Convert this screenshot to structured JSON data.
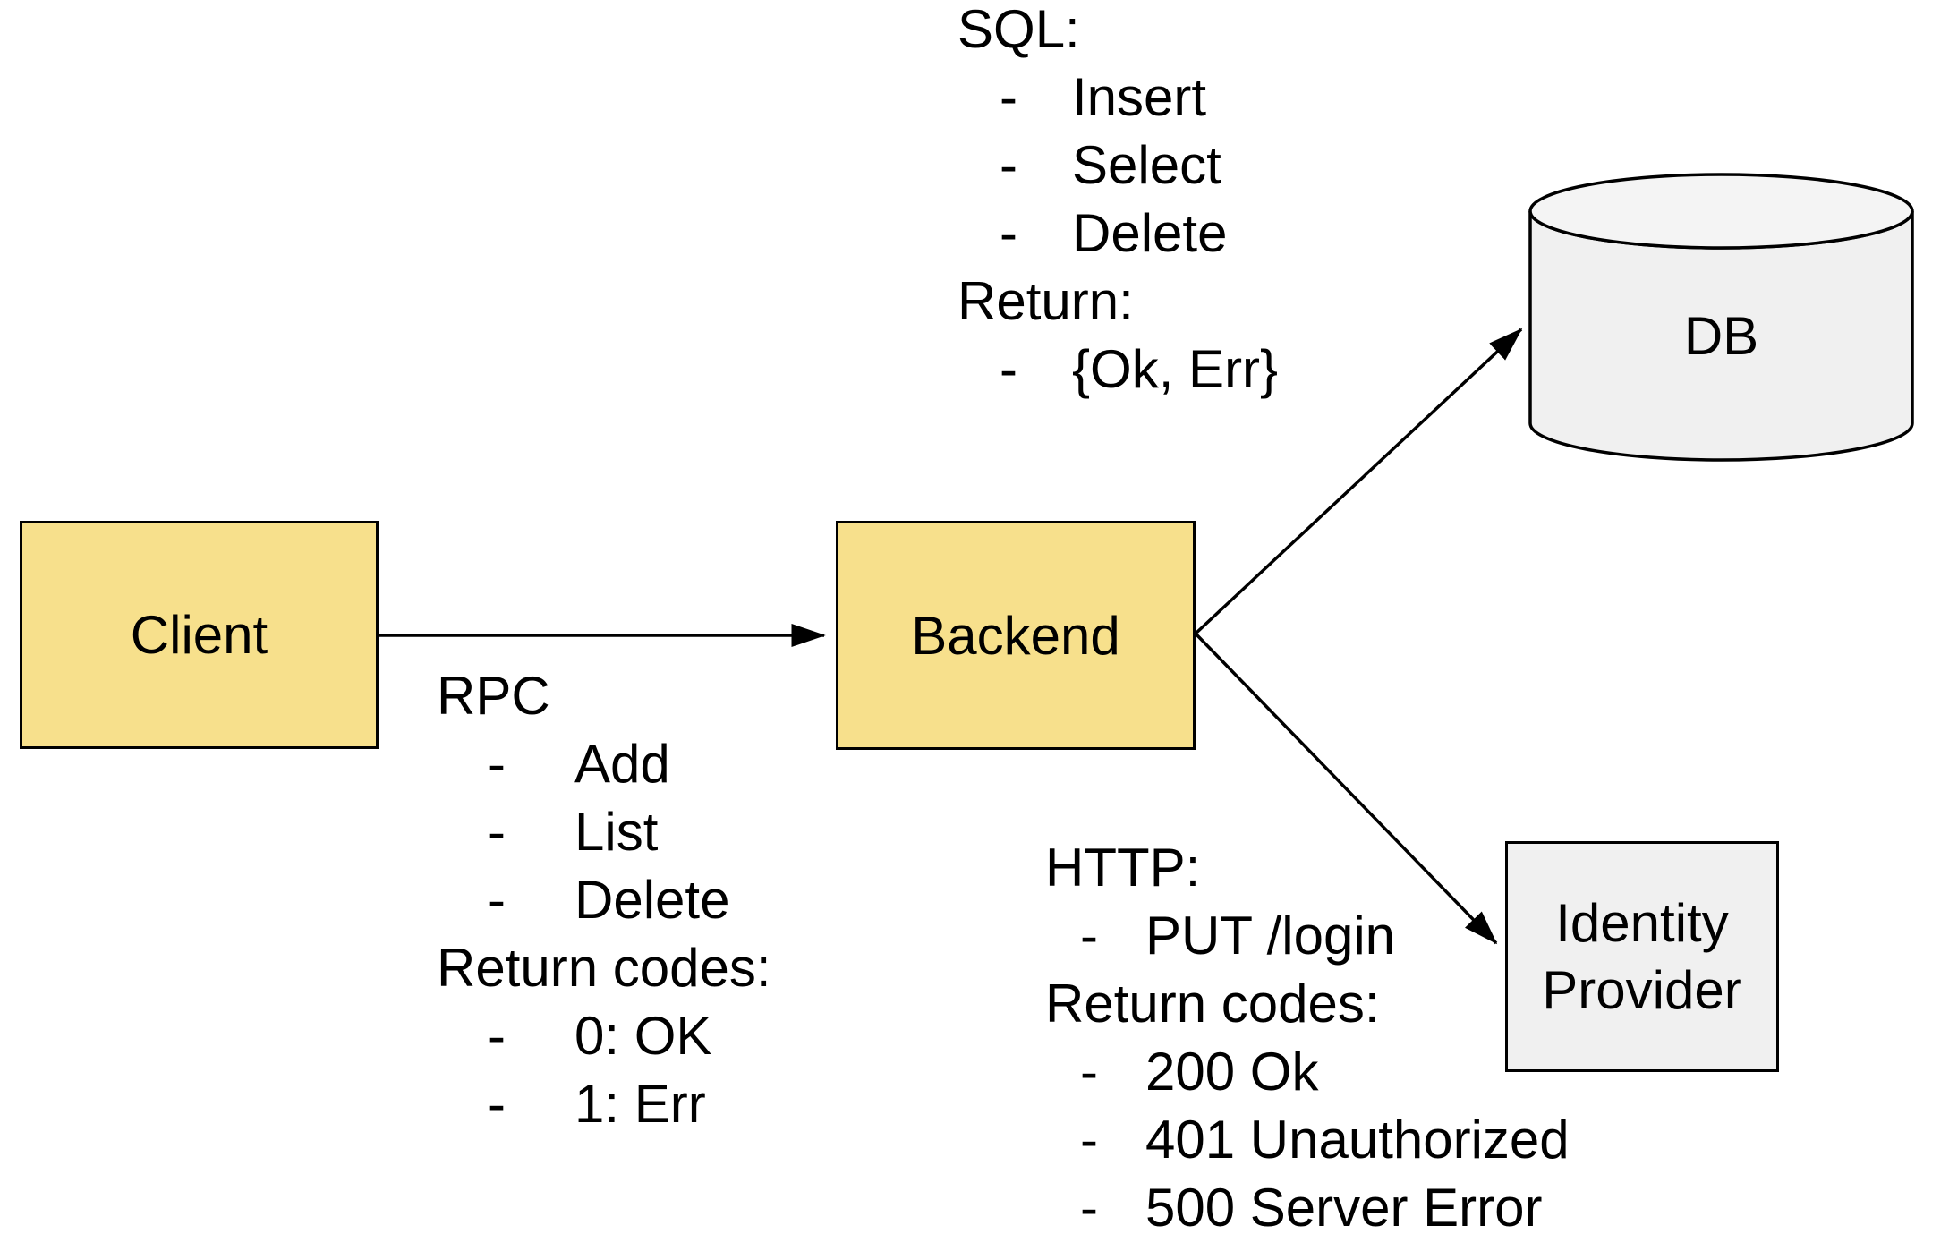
{
  "bullet_char": "-",
  "colors": {
    "node_yellow": "#f7e08c",
    "node_gray": "#f0f0f0",
    "stroke": "#000000",
    "background": "#ffffff"
  },
  "diagram": {
    "nodes": {
      "client": {
        "label": "Client"
      },
      "backend": {
        "label": "Backend"
      },
      "db": {
        "label": "DB"
      },
      "idp": {
        "label": "Identity Provider"
      }
    },
    "edges": [
      {
        "from": "Client",
        "to": "Backend"
      },
      {
        "from": "Backend",
        "to": "DB"
      },
      {
        "from": "Backend",
        "to": "Identity Provider"
      }
    ]
  },
  "notes": {
    "sql": {
      "title": "SQL:",
      "items": [
        "Insert",
        "Select",
        "Delete"
      ],
      "return_title": "Return:",
      "return_items": [
        "{Ok, Err}"
      ]
    },
    "rpc": {
      "title": "RPC",
      "items": [
        "Add",
        "List",
        "Delete"
      ],
      "return_title": "Return codes:",
      "return_items": [
        "0: OK",
        "1: Err"
      ]
    },
    "http": {
      "title": "HTTP:",
      "items": [
        "PUT /login"
      ],
      "return_title": "Return codes:",
      "return_items": [
        "200 Ok",
        "401 Unauthorized",
        "500 Server Error"
      ]
    }
  }
}
